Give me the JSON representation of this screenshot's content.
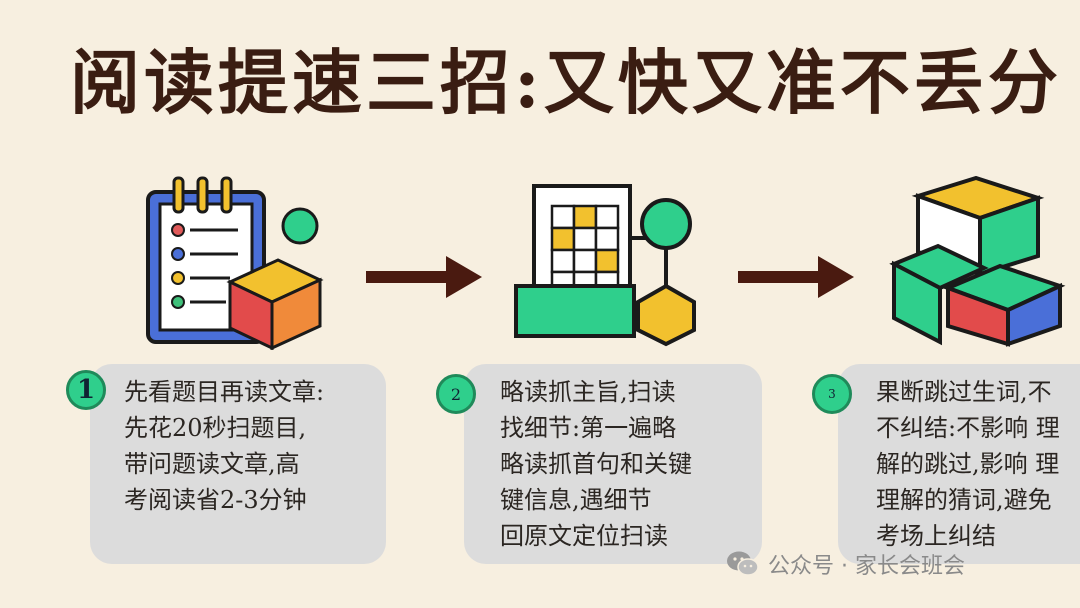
{
  "title": "阅读提速三招:又快又准不丢分",
  "steps": [
    {
      "number": "1",
      "lines": [
        "先看题目再读文章:",
        "先花20秒扫题目,",
        "带问题读文章,高",
        "考阅读省2-3分钟"
      ]
    },
    {
      "number": "2",
      "lines": [
        "略读抓主旨,扫读",
        "找细节:第一遍略",
        "略读抓首句和关键",
        "键信息,遇细节",
        "回原文定位扫读"
      ]
    },
    {
      "number": "3",
      "lines": [
        "果断跳过生词,不",
        "不纠结:不影响 理",
        "解的跳过,影响 理",
        "理解的猜词,避免",
        "考场上纠结"
      ]
    }
  ],
  "watermark": {
    "text": "公众号 · 家长会班会",
    "icon": "wechat-icon"
  },
  "colors": {
    "background": "#f7efe0",
    "card": "#dcdcdc",
    "badge": "#2fcf8c",
    "arrow": "#4a1a10",
    "title": "#3a1d12"
  }
}
